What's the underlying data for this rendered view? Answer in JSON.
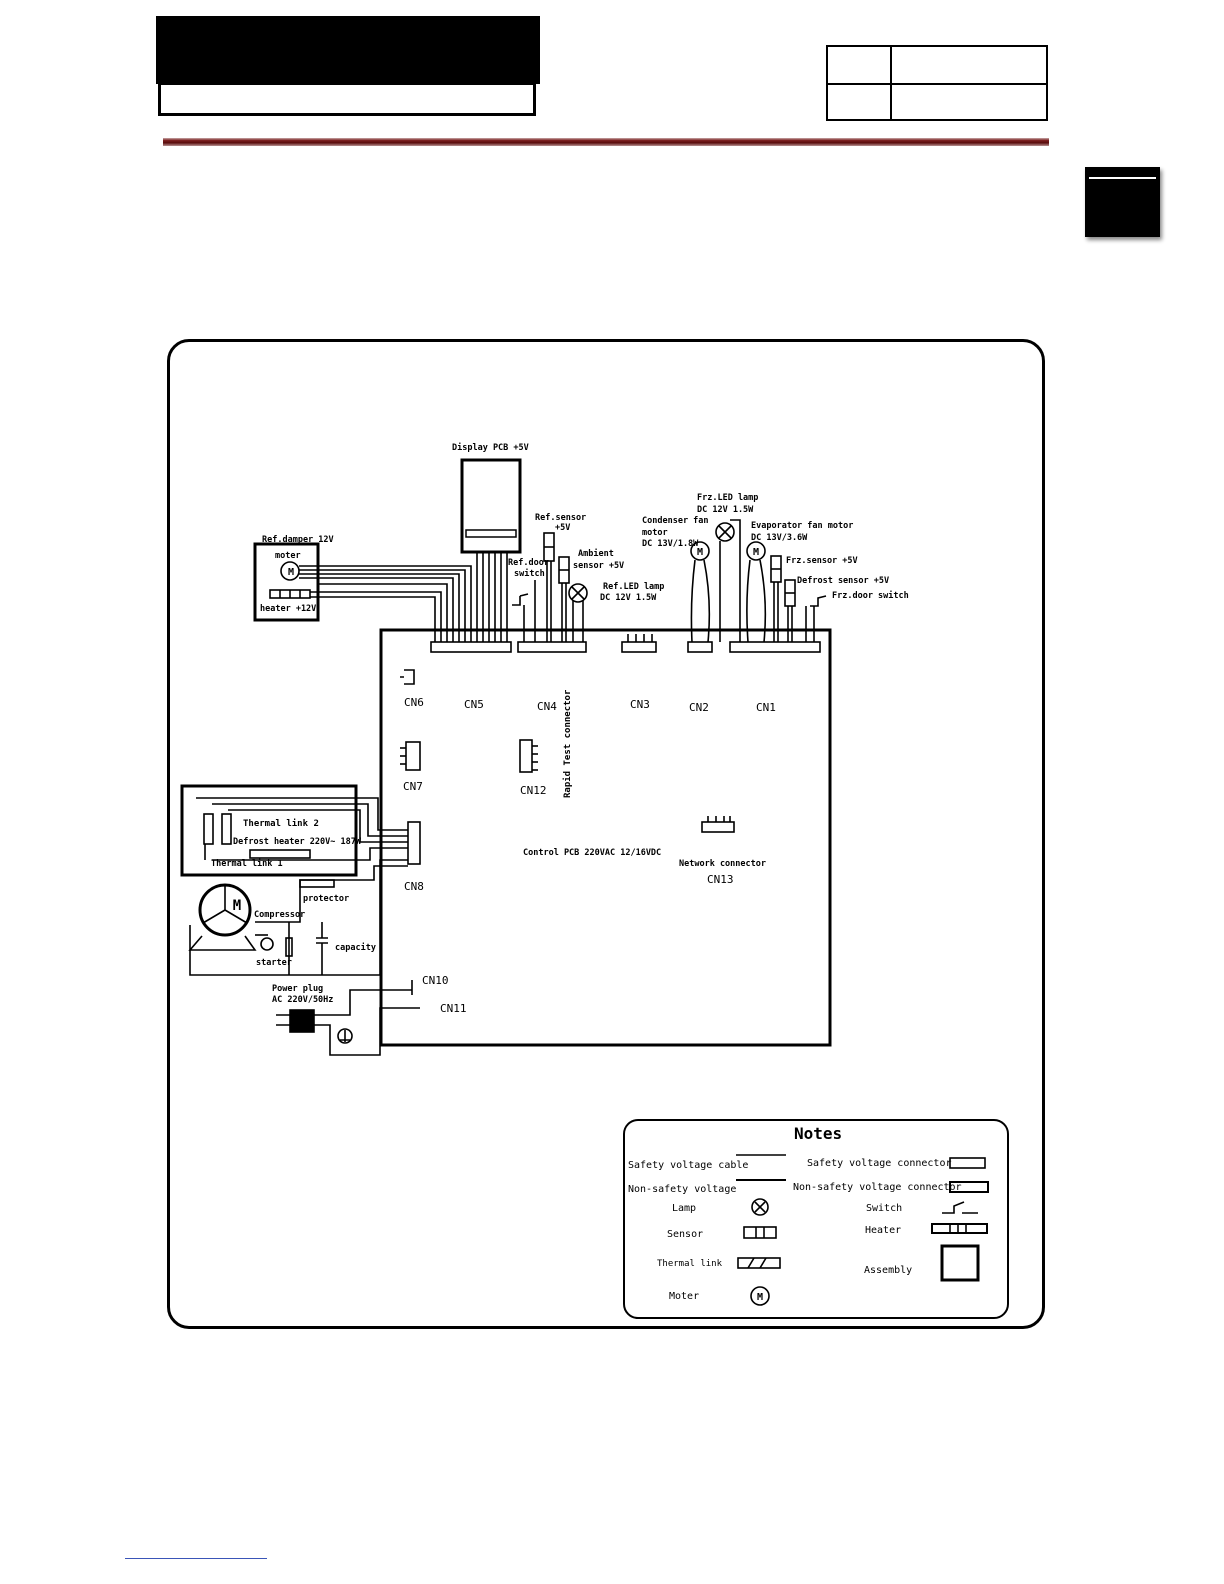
{
  "diagram": {
    "display_pcb": "Display PCB  +5V",
    "ref_damper": "Ref.damper 12V",
    "damper_moter": "moter",
    "damper_heater": "heater +12V",
    "ref_sensor_1": "Ref.sensor",
    "ref_sensor_2": "+5V",
    "ambient_1": "Ambient",
    "ambient_2": "sensor +5V",
    "ref_door_1": "Ref.door",
    "ref_door_2": "switch",
    "ref_led_1": "Ref.LED lamp",
    "ref_led_2": "DC 12V 1.5W",
    "cond_fan_1": "Condenser fan",
    "cond_fan_2": "motor",
    "cond_fan_3": "DC 13V/1.8W",
    "frz_led_1": "Frz.LED lamp",
    "frz_led_2": "DC 12V 1.5W",
    "evap_fan_1": "Evaporator fan motor",
    "evap_fan_2": "DC 13V/3.6W",
    "frz_sensor": "Frz.sensor +5V",
    "defrost_sensor": "Defrost sensor +5V",
    "frz_door": "Frz.door switch",
    "cn6": "CN6",
    "cn5": "CN5",
    "cn4": "CN4",
    "cn3": "CN3",
    "cn2": "CN2",
    "cn1": "CN1",
    "cn7": "CN7",
    "cn12": "CN12",
    "cn8": "CN8",
    "cn13": "CN13",
    "cn10": "CN10",
    "cn11": "CN11",
    "rapid_test": "Rapid Test connector",
    "control_pcb": "Control PCB  220VAC   12/16VDC",
    "network_connector": "Network connector",
    "thermal_link_2": "Thermal link 2",
    "defrost_heater": "Defrost heater 220V~ 187W",
    "thermal_link_1": "Thermal link 1",
    "protector": "protector",
    "compressor": "Compressor",
    "starter": "starter",
    "capacity": "capacity",
    "power_plug_1": "Power plug",
    "power_plug_2": "AC 220V/50Hz",
    "motor_symbol": "M"
  },
  "notes": {
    "title": "Notes",
    "safety_cable": "Safety voltage cable",
    "non_safety": "Non-safety voltage",
    "safety_connector": "Safety voltage connector",
    "non_safety_connector": "Non-safety voltage connector",
    "lamp": "Lamp",
    "switch": "Switch",
    "sensor": "Sensor",
    "heater": "Heater",
    "thermal_link": "Thermal link",
    "assembly": "Assembly",
    "moter": "Moter",
    "m": "M"
  }
}
